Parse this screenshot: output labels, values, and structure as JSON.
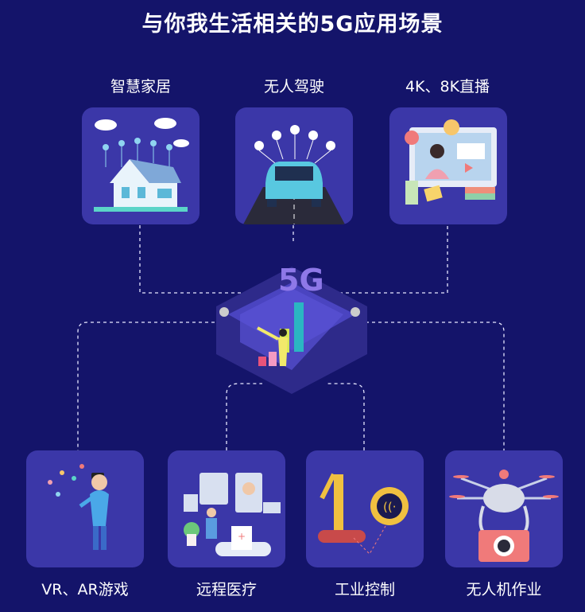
{
  "title": "与你我生活相关的5G应用场景",
  "center": {
    "badge": "5G"
  },
  "top_scenarios": [
    {
      "label": "智慧家居",
      "icon": "smart-home-icon"
    },
    {
      "label": "无人驾驶",
      "icon": "self-driving-car-icon"
    },
    {
      "label": "4K、8K直播",
      "icon": "live-stream-icon"
    }
  ],
  "bottom_scenarios": [
    {
      "label": "VR、AR游戏",
      "icon": "vr-headset-icon"
    },
    {
      "label": "远程医疗",
      "icon": "telemedicine-icon"
    },
    {
      "label": "工业控制",
      "icon": "industrial-robot-arm-icon"
    },
    {
      "label": "无人机作业",
      "icon": "drone-camera-icon"
    }
  ],
  "colors": {
    "background": "#14146a",
    "card": "#3b37a8",
    "accent": "#7d6be0"
  }
}
